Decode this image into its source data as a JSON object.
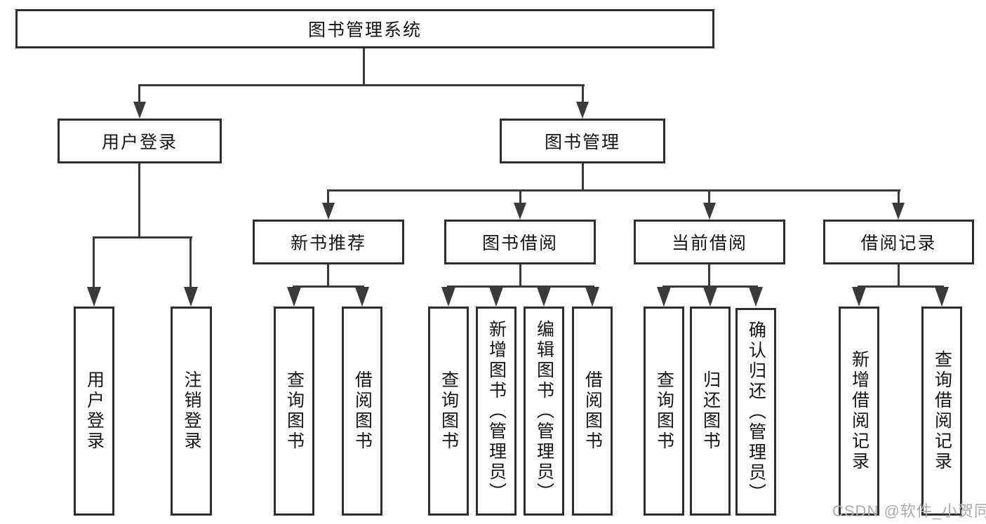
{
  "diagram": {
    "root_label": "图书管理系统",
    "login_branch": {
      "label": "用户登录",
      "children": [
        "用户登录",
        "注销登录"
      ]
    },
    "mgmt_branch": {
      "label": "图书管理",
      "groups": [
        {
          "label": "新书推荐",
          "children": [
            "查询图书",
            "借阅图书"
          ]
        },
        {
          "label": "图书借阅",
          "children": [
            "查询图书",
            "新增图书（管理员）",
            "编辑图书（管理员）",
            "借阅图书"
          ]
        },
        {
          "label": "当前借阅",
          "children": [
            "查询图书",
            "归还图书",
            "确认归还（管理员）"
          ]
        },
        {
          "label": "借阅记录",
          "children": [
            "新增借阅记录",
            "查询借阅记录"
          ]
        }
      ]
    }
  },
  "watermark": "CSDN @软件_小贺同学",
  "colors": {
    "line": "#3a3a3a",
    "box_border": "#2e2e2e",
    "text": "#141414",
    "watermark": "#ababab",
    "background": "#ffffff"
  }
}
